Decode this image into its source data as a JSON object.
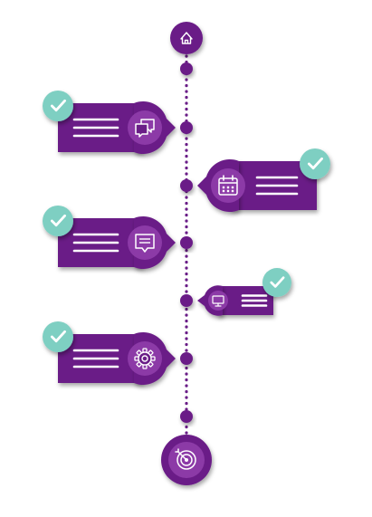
{
  "colors": {
    "purple": "#6a1e87",
    "purple_dark": "#4e1264",
    "purple_light": "#8c3aa7",
    "check_teal": "#7ecfc2",
    "line_white": "#ffffff",
    "background": "#ffffff"
  },
  "timeline": {
    "start_icon": "home-icon",
    "end_icon": "target-icon",
    "milestones": [
      {
        "side": "left",
        "icon": "chat-bubbles-icon",
        "status": "done",
        "status_icon": "check-icon",
        "card_size": "large"
      },
      {
        "side": "right",
        "icon": "calendar-icon",
        "status": "done",
        "status_icon": "check-icon",
        "card_size": "large"
      },
      {
        "side": "left",
        "icon": "message-icon",
        "status": "done",
        "status_icon": "check-icon",
        "card_size": "large"
      },
      {
        "side": "right",
        "icon": "monitor-icon",
        "status": "done",
        "status_icon": "check-icon",
        "card_size": "small"
      },
      {
        "side": "left",
        "icon": "gear-icon",
        "status": "done",
        "status_icon": "check-icon",
        "card_size": "large"
      }
    ]
  }
}
